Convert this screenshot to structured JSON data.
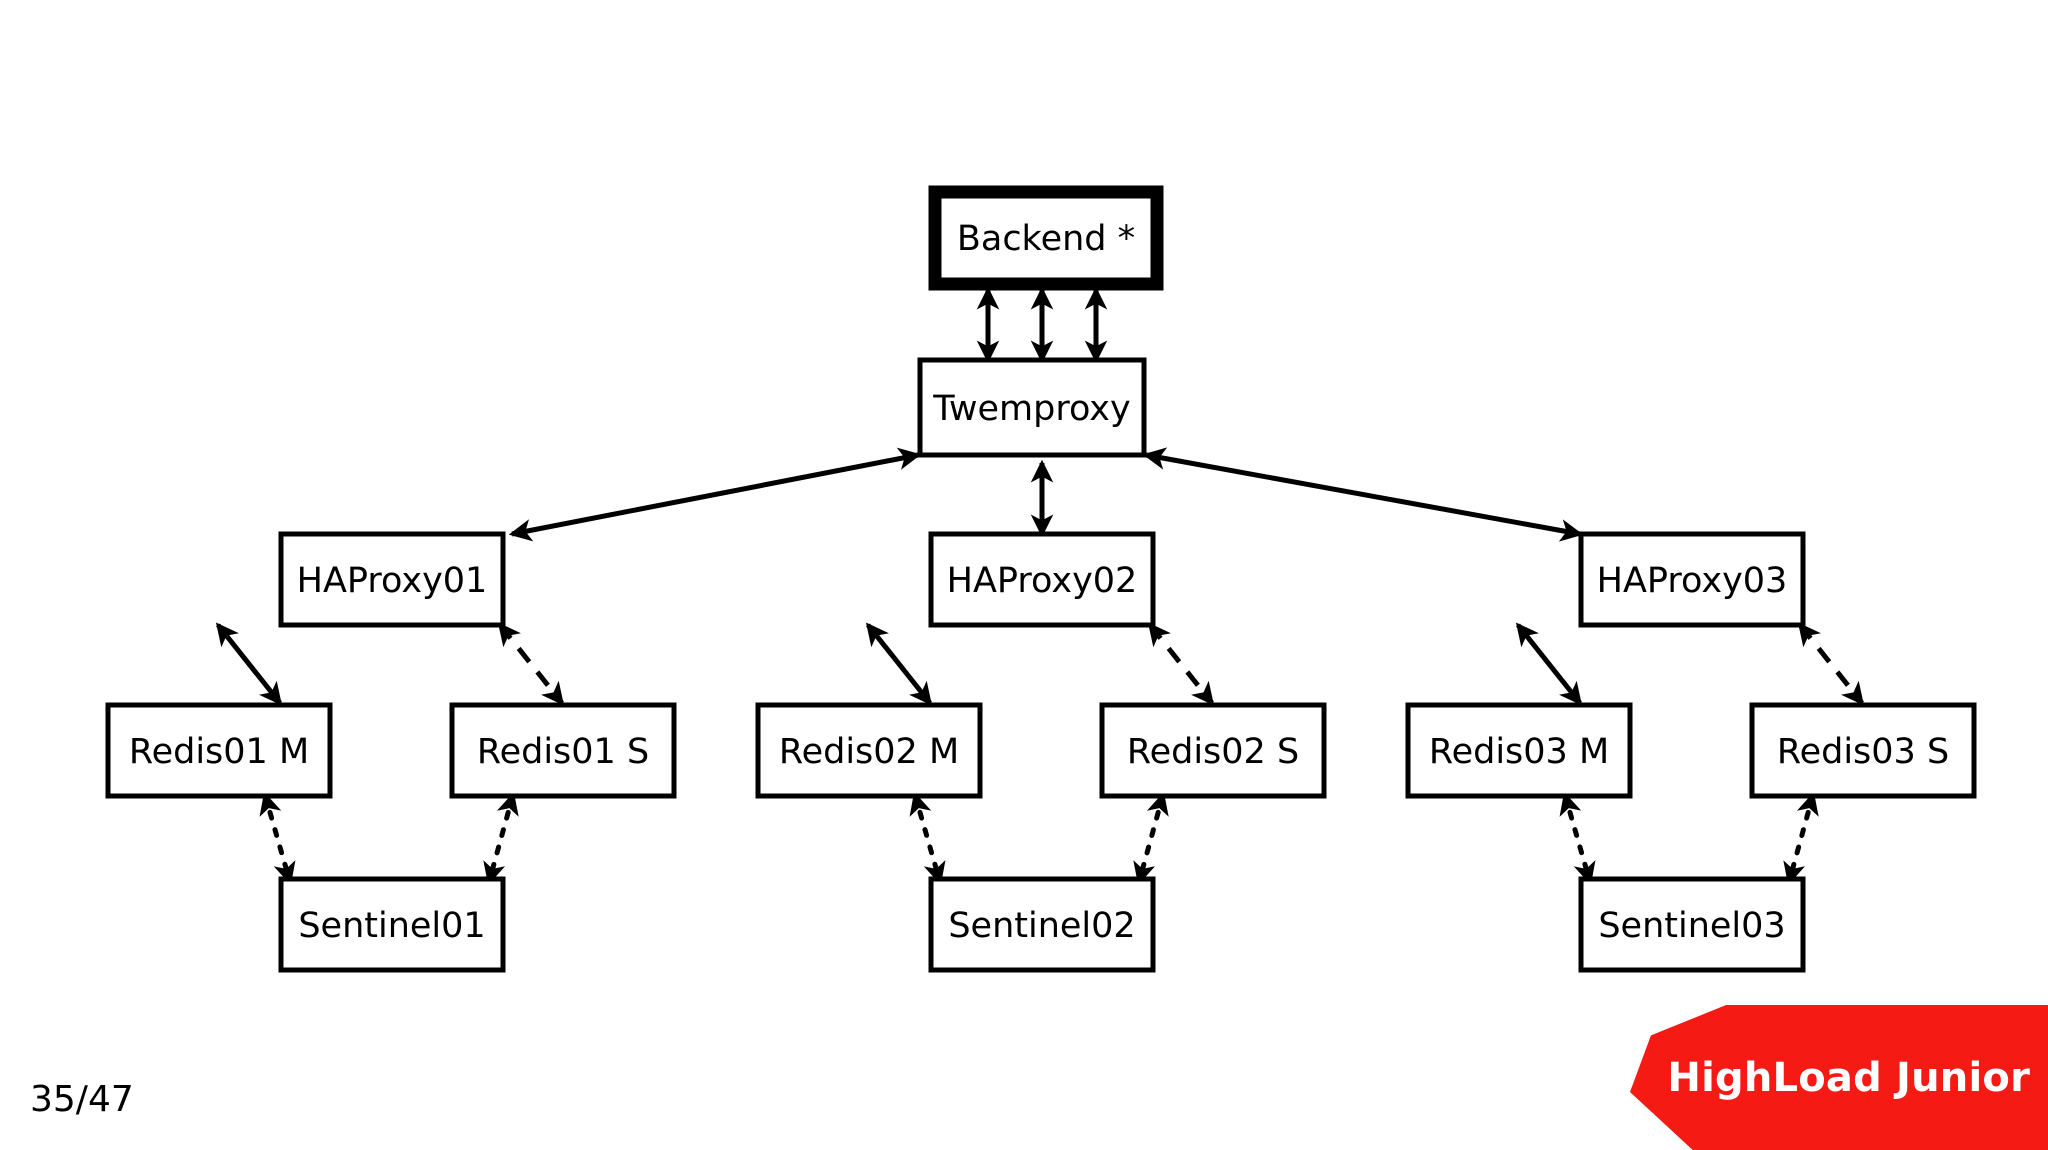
{
  "slide": {
    "page_indicator": "35/47",
    "brand": "HighLoad Junior",
    "brand_color": "#F61A15",
    "background_color": "#ffffff",
    "line_color": "#000000"
  },
  "diagram": {
    "type": "architecture-block-diagram",
    "nodes": {
      "backend": {
        "label": "Backend *",
        "emphasis": "thick-border"
      },
      "twemproxy": {
        "label": "Twemproxy"
      },
      "haproxy01": {
        "label": "HAProxy01"
      },
      "haproxy02": {
        "label": "HAProxy02"
      },
      "haproxy03": {
        "label": "HAProxy03"
      },
      "redis01m": {
        "label": "Redis01 M"
      },
      "redis01s": {
        "label": "Redis01 S"
      },
      "redis02m": {
        "label": "Redis02 M"
      },
      "redis02s": {
        "label": "Redis02 S"
      },
      "redis03m": {
        "label": "Redis03 M"
      },
      "redis03s": {
        "label": "Redis03 S"
      },
      "sentinel01": {
        "label": "Sentinel01"
      },
      "sentinel02": {
        "label": "Sentinel02"
      },
      "sentinel03": {
        "label": "Sentinel03"
      }
    },
    "edges": [
      {
        "from": "backend",
        "to": "twemproxy",
        "style": "solid",
        "arrows": "both"
      },
      {
        "from": "backend",
        "to": "twemproxy",
        "style": "solid",
        "arrows": "both"
      },
      {
        "from": "backend",
        "to": "twemproxy",
        "style": "solid",
        "arrows": "both"
      },
      {
        "from": "twemproxy",
        "to": "haproxy01",
        "style": "solid",
        "arrows": "both"
      },
      {
        "from": "twemproxy",
        "to": "haproxy02",
        "style": "solid",
        "arrows": "both"
      },
      {
        "from": "twemproxy",
        "to": "haproxy03",
        "style": "solid",
        "arrows": "both"
      },
      {
        "from": "haproxy01",
        "to": "redis01m",
        "style": "solid",
        "arrows": "both"
      },
      {
        "from": "haproxy01",
        "to": "redis01s",
        "style": "dashed",
        "arrows": "both"
      },
      {
        "from": "redis01m",
        "to": "sentinel01",
        "style": "dotted",
        "arrows": "both"
      },
      {
        "from": "redis01s",
        "to": "sentinel01",
        "style": "dotted",
        "arrows": "both"
      },
      {
        "from": "haproxy02",
        "to": "redis02m",
        "style": "solid",
        "arrows": "both"
      },
      {
        "from": "haproxy02",
        "to": "redis02s",
        "style": "dashed",
        "arrows": "both"
      },
      {
        "from": "redis02m",
        "to": "sentinel02",
        "style": "dotted",
        "arrows": "both"
      },
      {
        "from": "redis02s",
        "to": "sentinel02",
        "style": "dotted",
        "arrows": "both"
      },
      {
        "from": "haproxy03",
        "to": "redis03m",
        "style": "solid",
        "arrows": "both"
      },
      {
        "from": "haproxy03",
        "to": "redis03s",
        "style": "dashed",
        "arrows": "both"
      },
      {
        "from": "redis03m",
        "to": "sentinel03",
        "style": "dotted",
        "arrows": "both"
      },
      {
        "from": "redis03s",
        "to": "sentinel03",
        "style": "dotted",
        "arrows": "both"
      }
    ]
  }
}
